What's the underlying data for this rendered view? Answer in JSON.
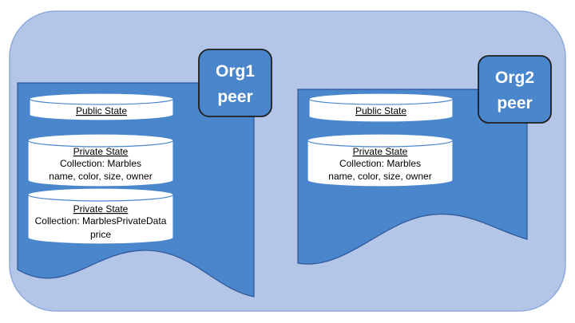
{
  "org1": {
    "peer_label_line1": "Org1",
    "peer_label_line2": "peer",
    "public_state": {
      "title": "Public State"
    },
    "private_state_1": {
      "title": "Private State",
      "collection": "Collection: Marbles",
      "fields": "name, color, size, owner"
    },
    "private_state_2": {
      "title": "Private State",
      "collection": "Collection:  MarblesPrivateData",
      "fields": "price"
    }
  },
  "org2": {
    "peer_label_line1": "Org2",
    "peer_label_line2": "peer",
    "public_state": {
      "title": "Public State"
    },
    "private_state_1": {
      "title": "Private State",
      "collection": "Collection: Marbles",
      "fields": "name, color, size, owner"
    }
  },
  "colors": {
    "background_panel": "#b4c6e7",
    "panel_border": "#8ea9db",
    "document_fill": "#4a86cc",
    "document_border": "#2f5597",
    "peer_box_fill": "#4a86cc",
    "peer_box_border": "#1f1f1f",
    "cylinder_fill": "#ffffff",
    "cylinder_border": "#4a86cc"
  }
}
